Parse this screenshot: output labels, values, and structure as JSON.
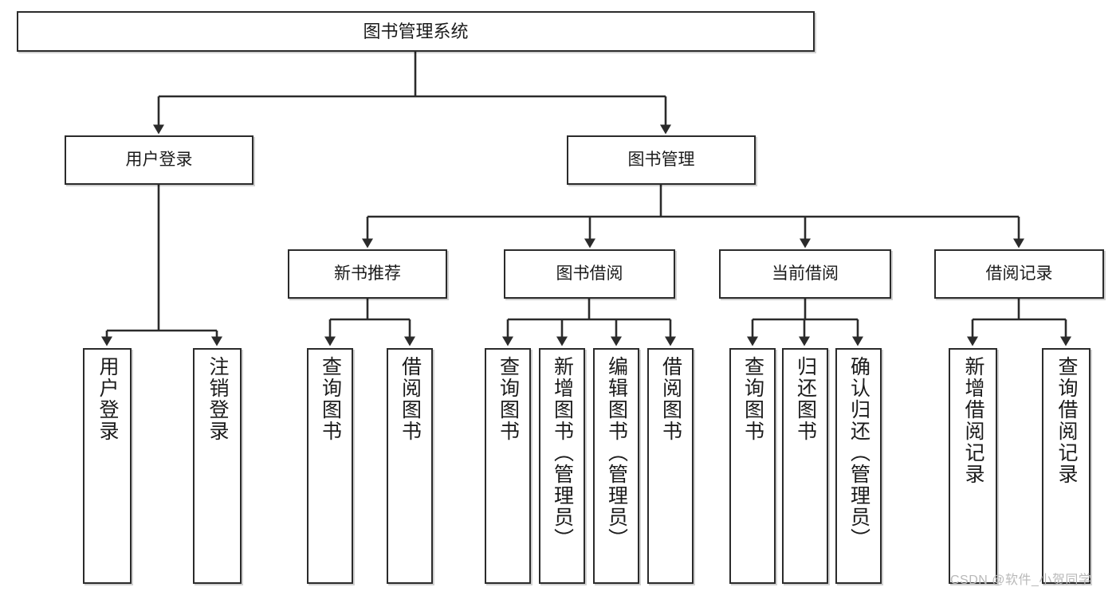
{
  "diagram": {
    "type": "tree",
    "title": "图书管理系统",
    "root": {
      "label": "图书管理系统"
    },
    "level1": [
      {
        "label": "用户登录"
      },
      {
        "label": "图书管理"
      }
    ],
    "level2": [
      {
        "label": "新书推荐"
      },
      {
        "label": "图书借阅"
      },
      {
        "label": "当前借阅"
      },
      {
        "label": "借阅记录"
      }
    ],
    "leaves": {
      "user_login": [
        {
          "label": "用户登录"
        },
        {
          "label": "注销登录"
        }
      ],
      "new_book_recommend": [
        {
          "label": "查询图书"
        },
        {
          "label": "借阅图书"
        }
      ],
      "book_borrow": [
        {
          "label": "查询图书"
        },
        {
          "label": "新增图书（管理员）"
        },
        {
          "label": "编辑图书（管理员）"
        },
        {
          "label": "借阅图书"
        }
      ],
      "current_borrow": [
        {
          "label": "查询图书"
        },
        {
          "label": "归还图书"
        },
        {
          "label": "确认归还（管理员）"
        }
      ],
      "borrow_record": [
        {
          "label": "新增借阅记录"
        },
        {
          "label": "查询借阅记录"
        }
      ]
    }
  },
  "watermark": {
    "text": "CSDN @软件_小贺同学"
  },
  "colors": {
    "border": "#2b2b2b",
    "text": "#1b1b1b",
    "background": "#ffffff",
    "watermark": "#b9b9b9"
  }
}
